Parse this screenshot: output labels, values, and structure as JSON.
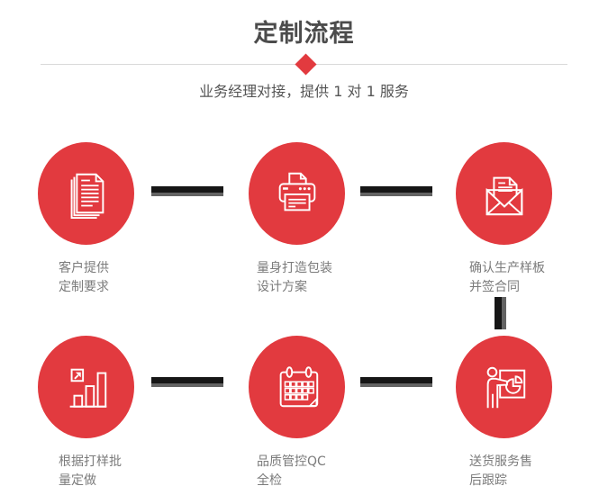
{
  "page": {
    "title": "定制流程",
    "subtitle": "业务经理对接，提供 1 对 1 服务"
  },
  "colors": {
    "accent_red": "#e23a3f",
    "title_gray": "#4c4c4c",
    "subtitle_gray": "#555555",
    "label_gray": "#7b7b7b",
    "divider_gray": "#d9d9d9",
    "connector_black": "#161616",
    "connector_gray": "#636363",
    "icon_stroke": "#ffffff"
  },
  "steps": [
    {
      "icon": "documents-icon",
      "label_line1": "客户提供",
      "label_line2": "定制要求"
    },
    {
      "icon": "printer-icon",
      "label_line1": "量身打造包装",
      "label_line2": "设计方案"
    },
    {
      "icon": "envelope-icon",
      "label_line1": "确认生产样板",
      "label_line2": "并签合同"
    },
    {
      "icon": "bar-chart-icon",
      "label_line1": "根据打样批",
      "label_line2": "量定做"
    },
    {
      "icon": "calendar-icon",
      "label_line1": "品质管控QC",
      "label_line2": "全检"
    },
    {
      "icon": "presentation-icon",
      "label_line1": "送货服务售",
      "label_line2": "后跟踪"
    }
  ],
  "connectors": {
    "horizontal": [
      "step1-step2",
      "step2-step3",
      "step4-step5",
      "step5-step6"
    ],
    "vertical": [
      "step3-step6"
    ]
  }
}
